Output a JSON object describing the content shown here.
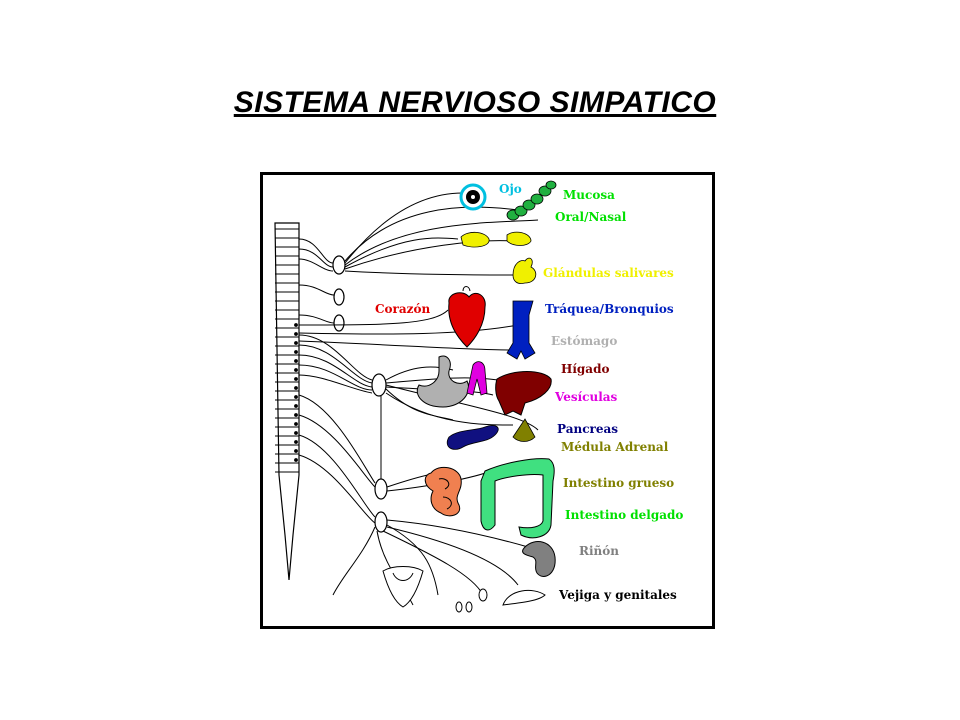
{
  "title": "SISTEMA NERVIOSO SIMPATICO",
  "labels": {
    "ojo": "Ojo",
    "mucosa": "Mucosa",
    "oral_nasal": "Oral/Nasal",
    "glandulas": "Glándulas salivares",
    "corazon": "Corazón",
    "traquea": "Tráquea/Bronquios",
    "estomago": "Estómago",
    "higado": "Hígado",
    "vesiculas": "Vesículas",
    "pancreas": "Pancreas",
    "medula": "Médula  Adrenal",
    "int_grueso": "Intestino grueso",
    "int_delgado": "Intestino delgado",
    "rinon": "Riñón",
    "vejiga": "Vejiga y genitales"
  },
  "colors": {
    "ojo": "#00c0e0",
    "mucosa": "#00e000",
    "glandulas": "#f0f000",
    "corazon": "#e00000",
    "traquea": "#0020c0",
    "estomago": "#b0b0b0",
    "higado": "#800000",
    "vesiculas": "#e000e0",
    "pancreas": "#000080",
    "medula": "#808000",
    "int_grueso": "#808000",
    "int_delgado": "#00e000",
    "rinon": "#808080",
    "vejiga": "#000000",
    "large_intestine_fill": "#40e080",
    "small_intestine_fill": "#f08050"
  }
}
